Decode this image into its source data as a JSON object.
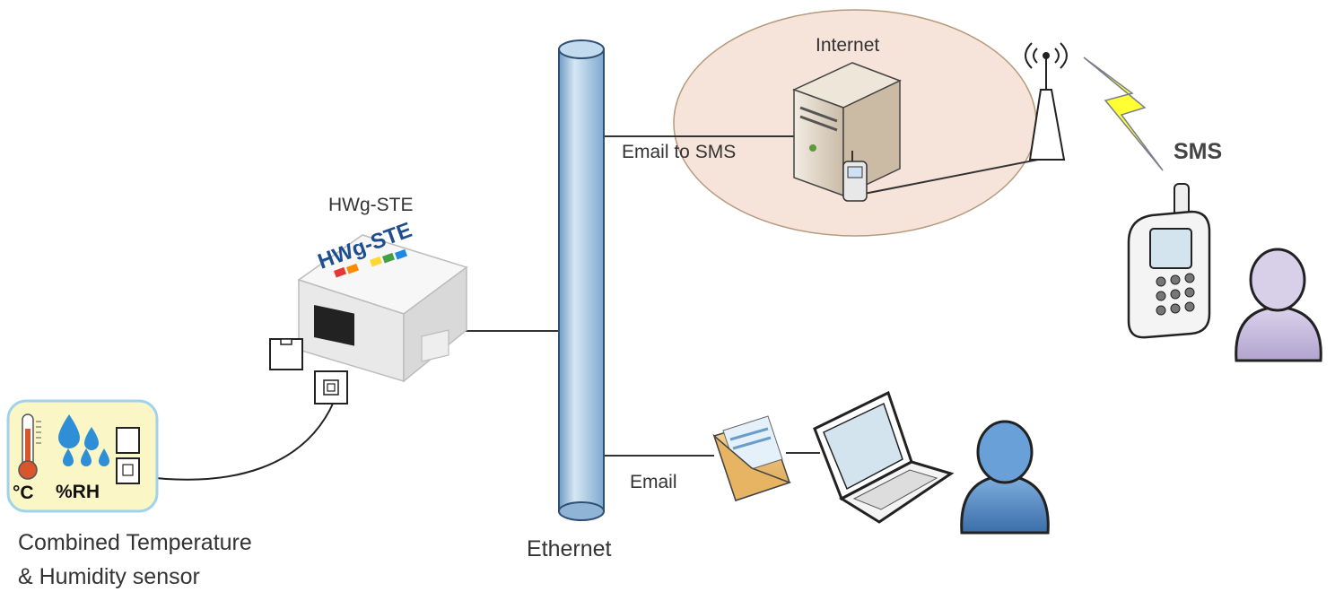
{
  "labels": {
    "internet": "Internet",
    "email_to_sms": "Email to SMS",
    "sms": "SMS",
    "device_name": "HWg-STE",
    "device_brand": "HWg-STE",
    "ethernet": "Ethernet",
    "email": "Email",
    "sensor_line1": "Combined Temperature",
    "sensor_line2": "& Humidity sensor",
    "unit_celsius": "°C",
    "unit_rh": "%RH"
  },
  "colors": {
    "ethernet_pipe": "#a9c8e0",
    "internet_cloud": "#f6e3d9",
    "sensor_box": "#fbf6c5",
    "sensor_border": "#9fd3ec",
    "user_blue": "#5b8fc9",
    "user_purple": "#cbbfe0",
    "lightning": "#ffff33"
  }
}
